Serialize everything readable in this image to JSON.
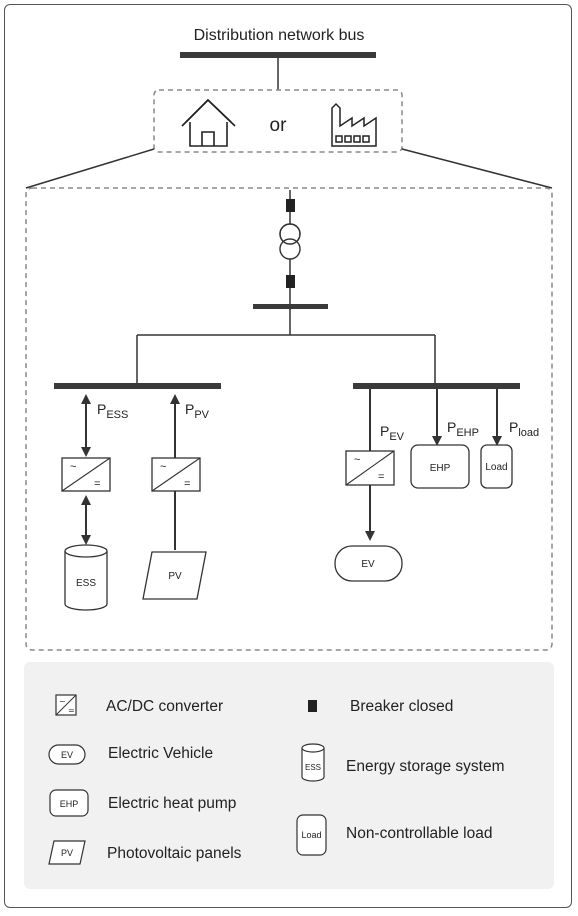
{
  "diagram": {
    "bus_title": "Distribution network bus",
    "or_label": "or",
    "ess_label": "ESS",
    "pv_label": "PV",
    "ev_label": "EV",
    "ehp_label": "EHP",
    "load_label": "Load",
    "power_flows": {
      "ess": {
        "base": "P",
        "sub": "ESS"
      },
      "pv": {
        "base": "P",
        "sub": "PV"
      },
      "ev": {
        "base": "P",
        "sub": "EV"
      },
      "ehp": {
        "base": "P",
        "sub": "EHP"
      },
      "load": {
        "base": "P",
        "sub": "load"
      }
    }
  },
  "legend": {
    "acdc": "AC/DC converter",
    "breaker": "Breaker closed",
    "ev": "Electric Vehicle",
    "ev_icon": "EV",
    "ess": "Energy storage system",
    "ess_icon": "ESS",
    "ehp": "Electric heat pump",
    "ehp_icon": "EHP",
    "load": "Non-controllable load",
    "load_icon": "Load",
    "pv": "Photovoltaic panels",
    "pv_icon": "PV"
  },
  "icons": [
    "house-icon",
    "factory-icon",
    "transformer-icon",
    "breaker-icon",
    "converter-icon"
  ],
  "colors": {
    "line": "#333333",
    "bus": "#3a3a3a",
    "dashed": "#888888",
    "legend_bg": "#f1f1f1"
  }
}
